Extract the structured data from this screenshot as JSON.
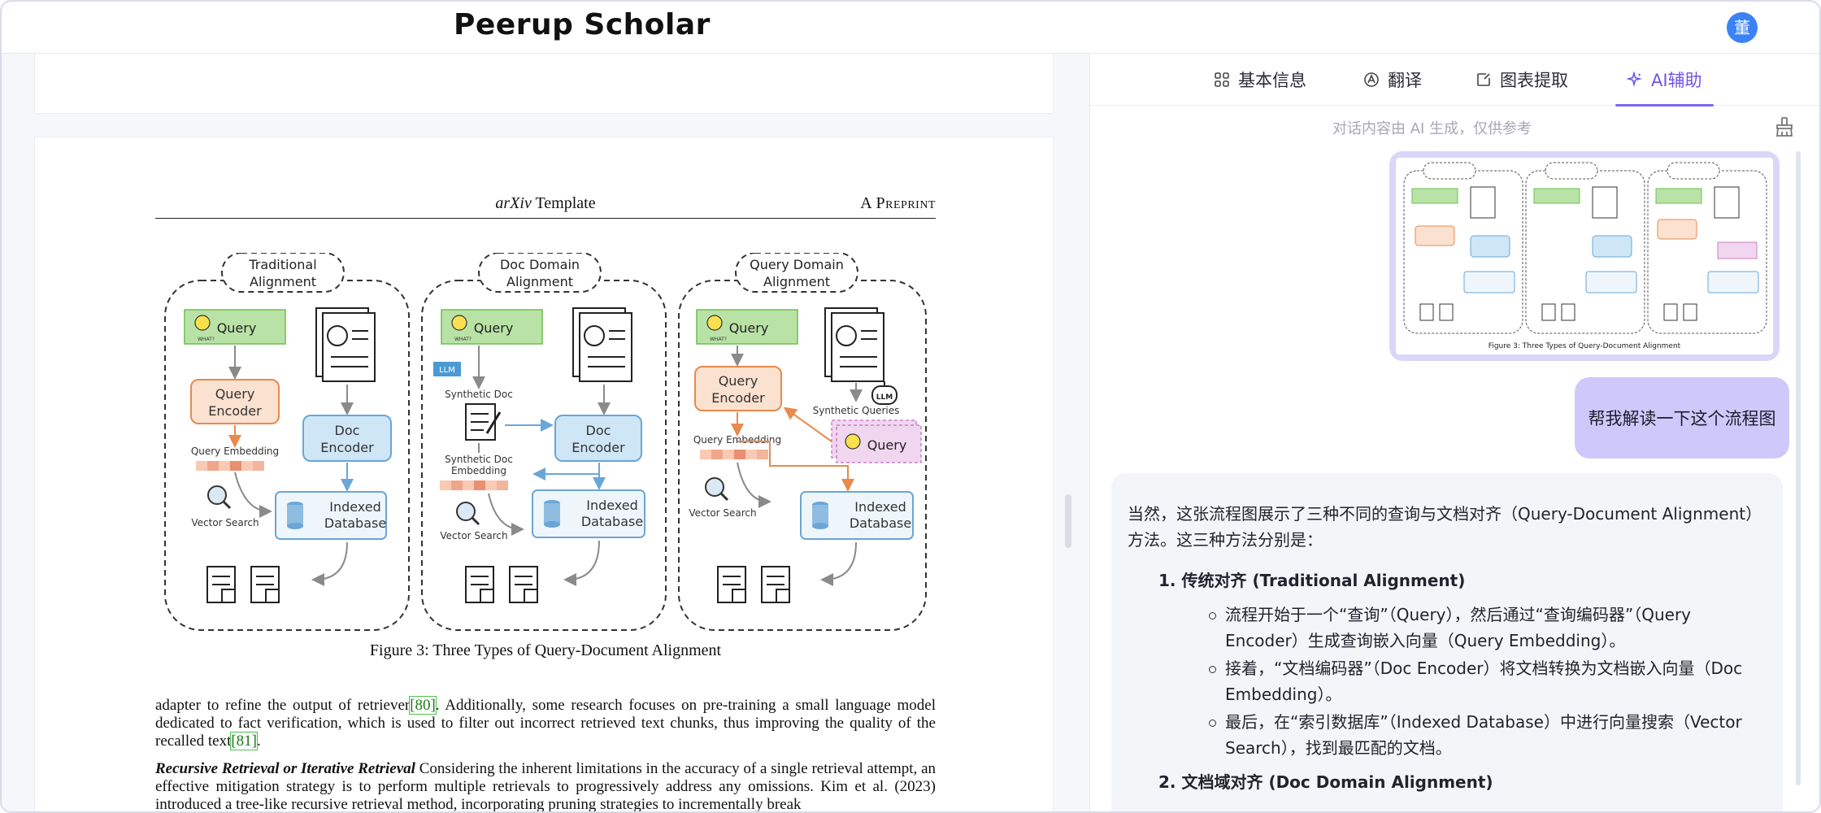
{
  "app": {
    "brand": "Peerup Scholar",
    "avatar_char": "董"
  },
  "paper": {
    "running_head_center_em": "arXiv",
    "running_head_center_rest": " Template",
    "running_head_right": "A Preprint",
    "figure_caption": "Figure 3: Three Types of Query-Document Alignment",
    "figure": {
      "panels": [
        {
          "title_line1": "Traditional",
          "title_line2": "Alignment"
        },
        {
          "title_line1": "Doc Domain",
          "title_line2": "Alignment"
        },
        {
          "title_line1": "Query Domain",
          "title_line2": "Alignment"
        }
      ],
      "labels": {
        "query": "Query",
        "what": "WHAT?",
        "query_encoder_1": "Query",
        "query_encoder_2": "Encoder",
        "doc_encoder_1": "Doc",
        "doc_encoder_2": "Encoder",
        "query_embedding": "Query Embedding",
        "vector_search": "Vector Search",
        "indexed_1": "Indexed",
        "indexed_2": "Database",
        "llm": "LLM",
        "synthetic_doc": "Synthetic Doc",
        "synthetic_doc_emb_1": "Synthetic Doc",
        "synthetic_doc_emb_2": "Embedding",
        "synthetic_queries": "Synthetic Queries"
      }
    },
    "para1_a": "adapter to refine the output of retriever",
    "para1_ref1": "[80]",
    "para1_b": ". Additionally, some research focuses on pre-training a small language model dedicated to fact verification, which is used to filter out incorrect retrieved text chunks, thus improving the quality of the recalled text",
    "para1_ref2": "[81]",
    "para1_c": ".",
    "para2_heading": "Recursive Retrieval or Iterative Retrieval",
    "para2_body": " Considering the inherent limitations in the accuracy of a single retrieval attempt, an effective mitigation strategy is to perform multiple retrievals to progressively address any omissions. Kim et al. (2023) introduced a tree-like recursive retrieval method, incorporating pruning strategies to incrementally break"
  },
  "tabs": [
    {
      "label": "基本信息",
      "icon": "grid-icon"
    },
    {
      "label": "翻译",
      "icon": "translate-icon"
    },
    {
      "label": "图表提取",
      "icon": "chart-extract-icon"
    },
    {
      "label": "AI辅助",
      "icon": "sparkle-icon",
      "active": true
    }
  ],
  "chat": {
    "disclaimer": "对话内容由 AI 生成，仅供参考",
    "thumbnail_caption": "Figure 3: Three Types of Query-Document Alignment",
    "user_message": "帮我解读一下这个流程图",
    "ai": {
      "intro": "当然，这张流程图展示了三种不同的查询与文档对齐（Query-Document Alignment）方法。这三种方法分别是：",
      "sections": [
        {
          "heading": "1. 传统对齐 (Traditional Alignment)",
          "bullets": [
            "流程开始于一个“查询”（Query），然后通过“查询编码器”（Query Encoder）生成查询嵌入向量（Query Embedding）。",
            "接着，“文档编码器”（Doc Encoder）将文档转换为文档嵌入向量（Doc Embedding）。",
            "最后，在“索引数据库”（Indexed Database）中进行向量搜索（Vector Search），找到最匹配的文档。"
          ]
        },
        {
          "heading": "2. 文档域对齐 (Doc Domain Alignment)",
          "bullets": []
        }
      ]
    }
  },
  "colors": {
    "accent": "#6b56e8",
    "query_green": "#b9e3a6",
    "encoder_orange": "#fbe1cf",
    "doc_blue": "#cfe6f7",
    "synthetic_pink": "#f1d6f0"
  }
}
